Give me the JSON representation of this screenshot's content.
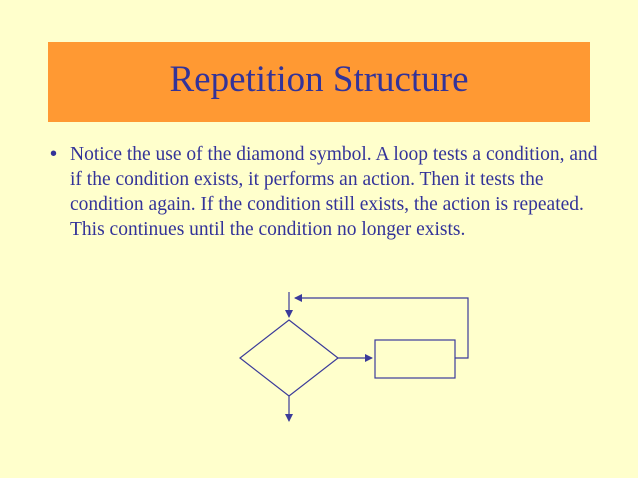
{
  "slide": {
    "title": "Repetition Structure",
    "bullet_symbol": "•",
    "bullet_text": "Notice the use of the diamond symbol. A loop tests a condition, and if the condition exists, it performs an action. Then it tests the condition again. If the condition still exists, the action is repeated. This continues until the condition no longer exists."
  },
  "diagram": {
    "shapes": [
      "diamond",
      "rectangle"
    ],
    "colors": {
      "background": "#ffffcc",
      "title_bar": "#ff9933",
      "text": "#333399",
      "lines": "#3b3b9a"
    }
  }
}
